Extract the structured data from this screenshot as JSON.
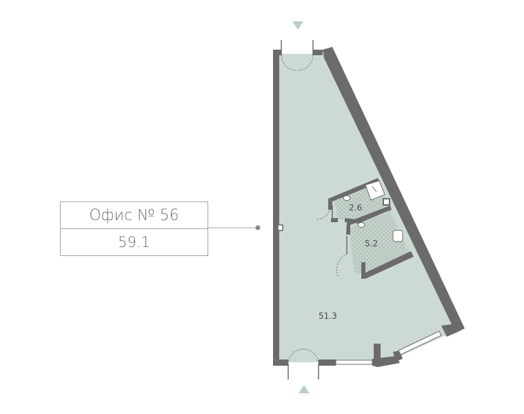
{
  "unit": {
    "title": "Офис № 56",
    "total_area": "59.1"
  },
  "rooms": [
    {
      "id": "main",
      "area": "51.3"
    },
    {
      "id": "bath-1",
      "area": "2.6"
    },
    {
      "id": "bath-2",
      "area": "5.2"
    }
  ],
  "colors": {
    "wall": "#6b6b6b",
    "floor": "#cddad3",
    "tile": "#b9c7bf",
    "entrance_marker": "#b8d0c6",
    "leader": "#a3a3a3"
  },
  "icons": [
    "entrance-arrow-top-icon",
    "entrance-arrow-bottom-icon",
    "toilet-icon",
    "sink-icon",
    "shower-icon"
  ]
}
